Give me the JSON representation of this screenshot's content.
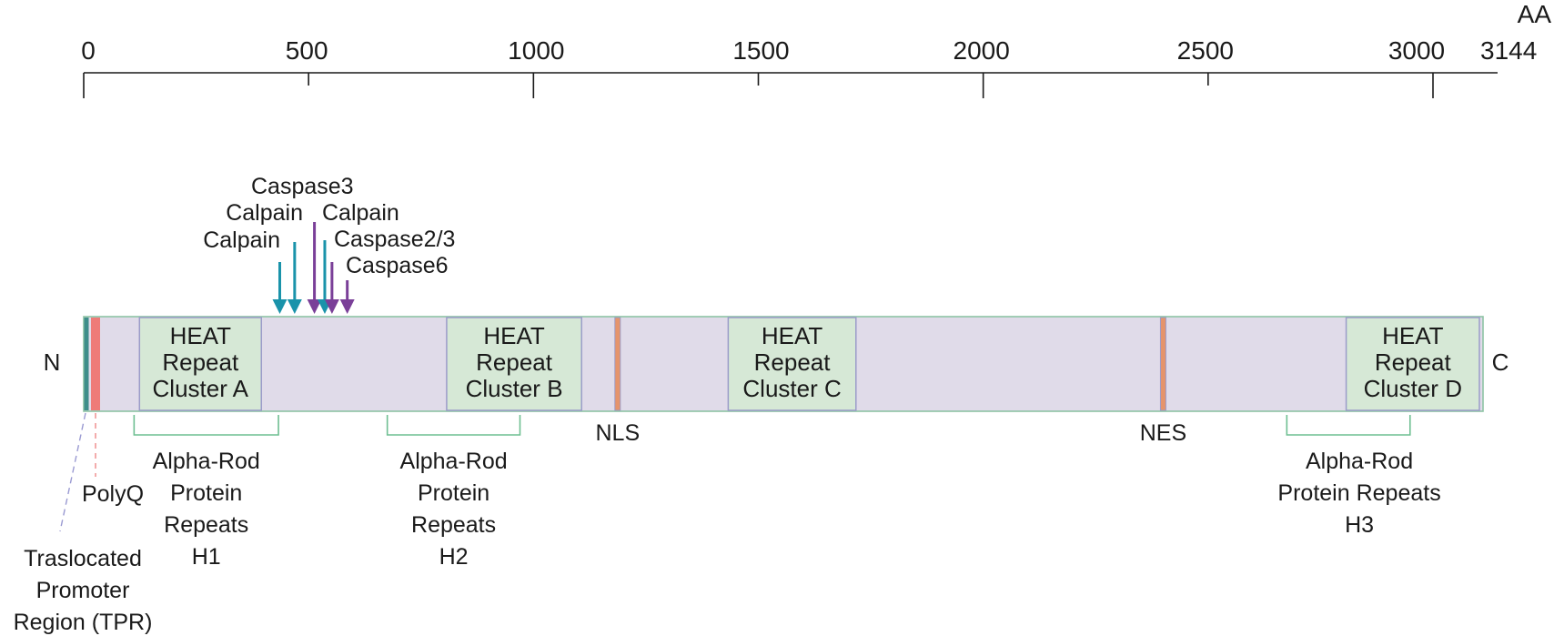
{
  "axis": {
    "unit": "AA",
    "min": 0,
    "max": 3144,
    "ticks": [
      0,
      500,
      1000,
      1500,
      2000,
      2500,
      3000,
      3144
    ],
    "tick_labels": [
      "0",
      "500",
      "1000",
      "1500",
      "2000",
      "2500",
      "3000",
      "3144"
    ]
  },
  "termini": {
    "n": "N",
    "c": "C"
  },
  "colors": {
    "protein_fill": "#e0dbe9",
    "protein_border": "#8ec3a4",
    "heat_fill": "#d6e8d6",
    "heat_border": "#9b9cc9",
    "calpain_arrow": "#1a93aa",
    "caspase_arrow": "#7a3f98",
    "signal_band": "#e5946c",
    "tpr_band": "#3f8e8a",
    "polyq_band": "#ee7b78",
    "tpr_leader": "#9a9ad2",
    "polyq_leader": "#ee8888",
    "bracket": "#6fbf92"
  },
  "heat_clusters": [
    {
      "name": "HEAT Repeat Cluster A",
      "lines": [
        "HEAT",
        "Repeat",
        "Cluster A"
      ],
      "start": 124,
      "end": 395
    },
    {
      "name": "HEAT Repeat Cluster B",
      "lines": [
        "HEAT",
        "Repeat",
        "Cluster B"
      ],
      "start": 807,
      "end": 1107
    },
    {
      "name": "HEAT Repeat Cluster C",
      "lines": [
        "HEAT",
        "Repeat",
        "Cluster C"
      ],
      "start": 1433,
      "end": 1717
    },
    {
      "name": "HEAT Repeat Cluster D",
      "lines": [
        "HEAT",
        "Repeat",
        "Cluster D"
      ],
      "start": 2807,
      "end": 3144
    }
  ],
  "signals": [
    {
      "label": "NLS",
      "start": 1181,
      "end": 1190
    },
    {
      "label": "NES",
      "start": 2394,
      "end": 2403
    }
  ],
  "n_terminal_regions": [
    {
      "key": "tpr",
      "label_lines": [
        "Traslocated",
        "Promoter",
        "Region (TPR)"
      ],
      "start": 1,
      "end": 12
    },
    {
      "key": "polyq",
      "label_lines": [
        "PolyQ"
      ],
      "start": 17,
      "end": 38
    }
  ],
  "cleavage_sites": [
    {
      "name": "Calpain",
      "type": "calpain",
      "position": 440
    },
    {
      "name": "Calpain",
      "type": "calpain",
      "position": 469
    },
    {
      "name": "Caspase3",
      "type": "caspase",
      "position": 513
    },
    {
      "name": "Calpain",
      "type": "calpain",
      "position": 536
    },
    {
      "name": "Caspase2/3",
      "type": "caspase",
      "position": 552
    },
    {
      "name": "Caspase6",
      "type": "caspase",
      "position": 586
    }
  ],
  "alpha_rod_repeats": [
    {
      "label_lines": [
        "Alpha-Rod",
        "Protein",
        "Repeats",
        "H1"
      ],
      "start": 112,
      "end": 433
    },
    {
      "label_lines": [
        "Alpha-Rod",
        "Protein",
        "Repeats",
        "H2"
      ],
      "start": 675,
      "end": 970
    },
    {
      "label_lines": [
        "Alpha-Rod",
        "Protein Repeats",
        "H3"
      ],
      "start": 2675,
      "end": 2949
    }
  ]
}
